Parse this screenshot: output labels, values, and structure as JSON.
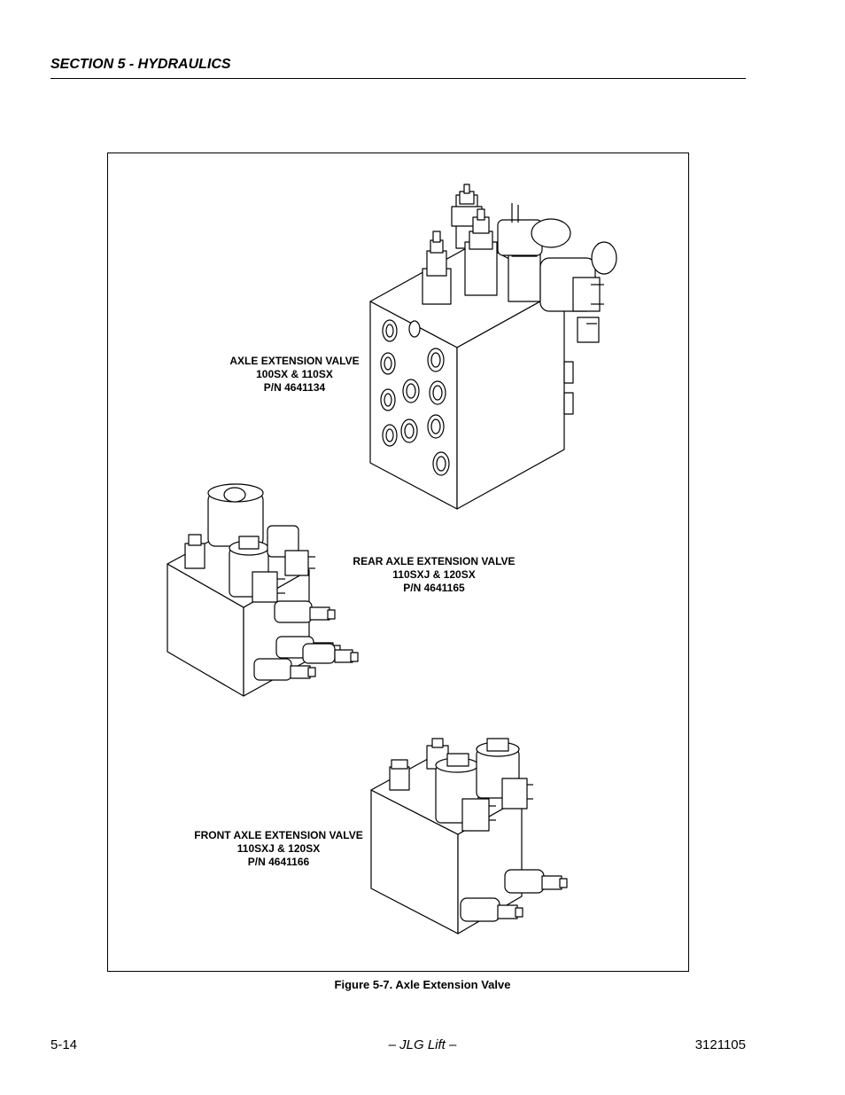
{
  "header": {
    "section_title": "SECTION 5 - HYDRAULICS"
  },
  "figure": {
    "callouts": [
      {
        "lines": [
          "AXLE EXTENSION VALVE",
          "100SX & 110SX",
          "P/N 4641134"
        ]
      },
      {
        "lines": [
          "REAR AXLE EXTENSION VALVE",
          "110SXJ & 120SX",
          "P/N 4641165"
        ]
      },
      {
        "lines": [
          "FRONT AXLE EXTENSION VALVE",
          "110SXJ & 120SX",
          "P/N 4641166"
        ]
      }
    ],
    "caption": "Figure 5-7.  Axle Extension Valve"
  },
  "footer": {
    "page_number": "5-14",
    "center": "– JLG Lift –",
    "doc_number": "3121105"
  }
}
